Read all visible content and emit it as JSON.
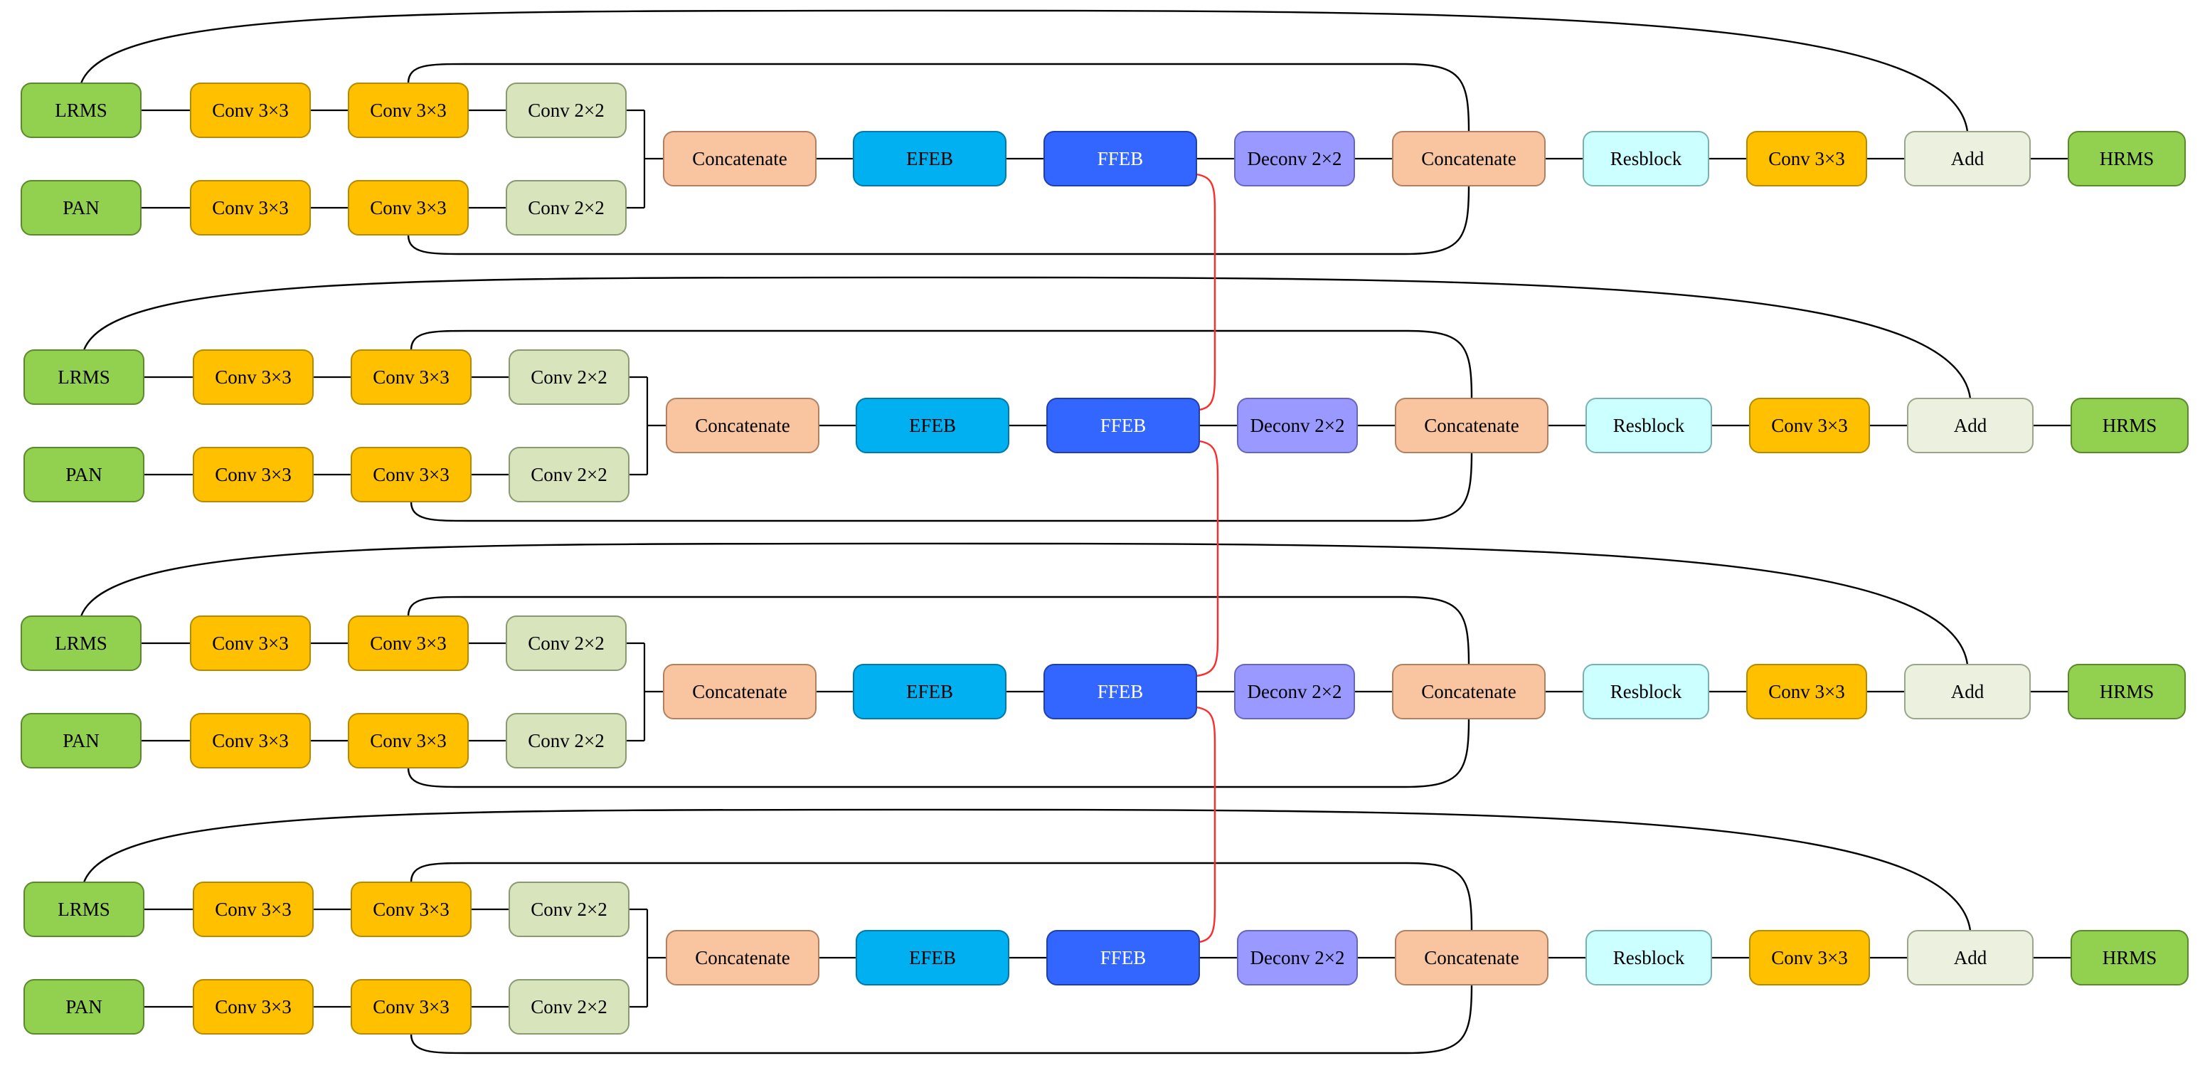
{
  "diagram": {
    "rows": 4,
    "row_types": {
      "LRMS": {
        "label": "LRMS",
        "fill": "#92d050",
        "stroke": "#5b8a2a"
      },
      "PAN": {
        "label": "PAN",
        "fill": "#92d050",
        "stroke": "#5b8a2a"
      },
      "conv33": {
        "label": "Conv 3×3",
        "fill": "#ffc000",
        "stroke": "#b58a00"
      },
      "conv22": {
        "label": "Conv 2×2",
        "fill": "#d8e4bc",
        "stroke": "#8a9a70"
      },
      "concat": {
        "label": "Concatenate",
        "fill": "#f8c5a0",
        "stroke": "#b08060"
      },
      "EFEB": {
        "label": "EFEB",
        "fill": "#00b0f0",
        "stroke": "#0078a8"
      },
      "FFEB": {
        "label": "FFEB",
        "fill": "#3366ff",
        "stroke": "#1f3fb0"
      },
      "deconv": {
        "label": "Deconv 2×2",
        "fill": "#9999ff",
        "stroke": "#6666c0"
      },
      "resblock": {
        "label": "Resblock",
        "fill": "#ccffff",
        "stroke": "#7ab0b0"
      },
      "add": {
        "label": "Add",
        "fill": "#ebf1de",
        "stroke": "#9aa58a"
      },
      "HRMS": {
        "label": "HRMS",
        "fill": "#92d050",
        "stroke": "#5b8a2a"
      }
    },
    "link_color": "#ff2a2a"
  }
}
